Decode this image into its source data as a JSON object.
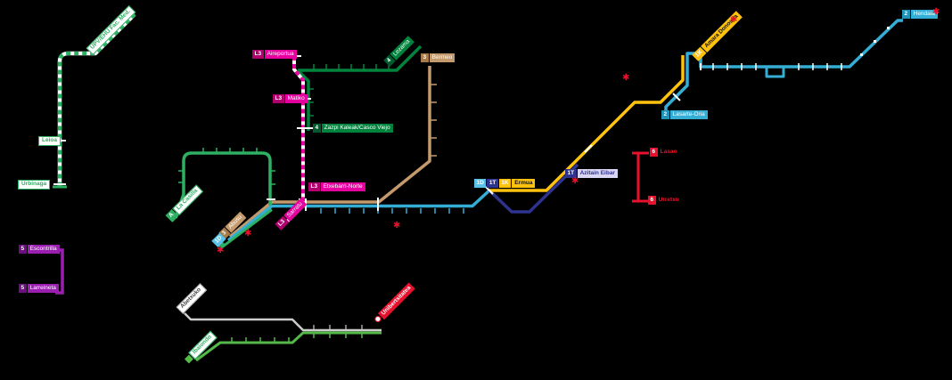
{
  "map_type": "transit-network-diagram",
  "colors": {
    "background": "#000000",
    "metro_l3_magenta": "#e6009e",
    "line4_dark_green": "#00843d",
    "line3_tan": "#c49a6c",
    "line1d_cyan": "#35aed6",
    "line1t_navy": "#2d338e",
    "line1k_yellow": "#ffc20e",
    "line2_cyan": "#35aed6",
    "line5_purple": "#9a1fb0",
    "line6_red": "#e8112d",
    "tram_green": "#2eb062",
    "vitoria_green": "#54b948",
    "white_branch": "#cccccc",
    "construction_red": "#e8112d"
  },
  "symbols": {
    "construction_marker": "✱"
  },
  "lines": {
    "l1d": "1D",
    "l1t": "1T",
    "l1k": "1K",
    "l2": "2",
    "l3_metro": "L3",
    "l3": "3",
    "l4": "4",
    "l5": "5",
    "l6": "6",
    "tram": "A"
  },
  "stations": {
    "upv_ehu": "UPV/EHU Fac. Med.",
    "leioa": "Leioa",
    "urbinaga": "Urbinaga",
    "aireportua": "Aireportua",
    "matiko": "Matiko",
    "zazpi_kaleak": "Zazpi Kaleak/Casco Viejo",
    "lezama": "Lezama",
    "bermeo": "Bermeo",
    "etxebarri_norte": "Etxebarri-Norte",
    "sarratu": "Sarratu",
    "abusu": "Abusu",
    "la_casilla": "La Casilla",
    "ermua": "Ermua",
    "azitain_eibar": "Azitain Eibar",
    "lasao": "Lasao",
    "urretxu": "Urretxu",
    "lasarte_oria": "Lasarte-Oria",
    "amara_donostia": "Amara Donostia",
    "hendaia": "Hendaia",
    "escontrilla": "Escontrilla",
    "larreineta": "Larreineta",
    "abetxuko": "Abetxuko",
    "ibaiondo": "Ibaiondo",
    "unibertsitatea": "Unibertsitatea"
  }
}
